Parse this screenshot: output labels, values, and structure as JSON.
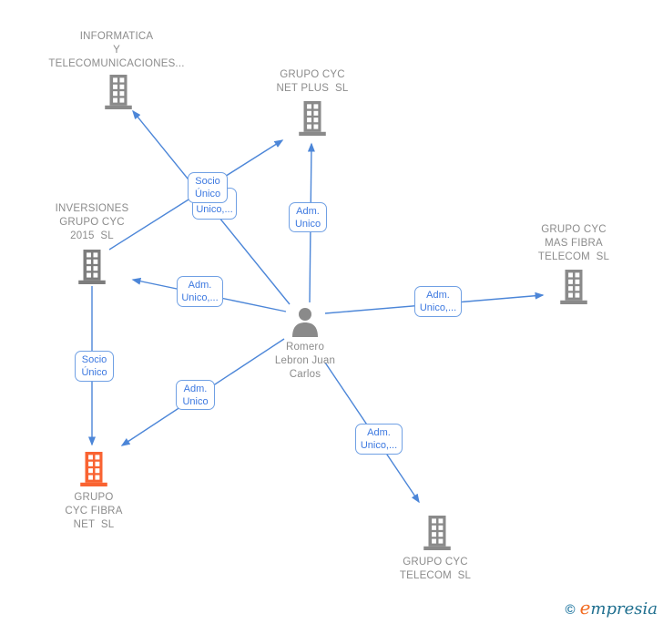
{
  "diagram": {
    "nodes": {
      "informatica": {
        "label": "INFORMATICA\nY\nTELECOMUNICACIONES...",
        "type": "company"
      },
      "net_plus": {
        "label": "GRUPO CYC\nNET PLUS  SL",
        "type": "company"
      },
      "inversiones": {
        "label": "INVERSIONES\nGRUPO CYC\n2015  SL",
        "type": "company"
      },
      "mas_fibra": {
        "label": "GRUPO CYC\nMAS FIBRA\nTELECOM  SL",
        "type": "company"
      },
      "person": {
        "label": "Romero\nLebron Juan\nCarlos",
        "type": "person"
      },
      "fibra_net": {
        "label": "GRUPO\nCYC FIBRA\nNET  SL",
        "type": "company",
        "highlighted": true
      },
      "telecom": {
        "label": "GRUPO CYC\nTELECOM  SL",
        "type": "company"
      }
    },
    "edge_labels": {
      "socio_unico_top": "Socio\nÚnico",
      "unico_top": "Unico,...",
      "adm_unico_top": "Adm.\nUnico",
      "adm_unico_left": "Adm.\nUnico,...",
      "adm_unico_right": "Adm.\nUnico,...",
      "socio_unico_bottom": "Socio\nÚnico",
      "adm_unico_bottom": "Adm.\nUnico",
      "adm_unico_bottom_right": "Adm.\nUnico,..."
    },
    "colors": {
      "edge_blue": "#4c86d8",
      "label_border_blue": "#70a0e4",
      "label_text_blue": "#3c78e0",
      "node_text_gray": "#8c8c8c",
      "building_gray": "#8a8a8a",
      "building_orange": "#f96332",
      "person_gray": "#8a8a8a"
    }
  },
  "logo": {
    "copyright": "©",
    "brand_first_letter": "e",
    "brand_rest": "mpresia"
  }
}
